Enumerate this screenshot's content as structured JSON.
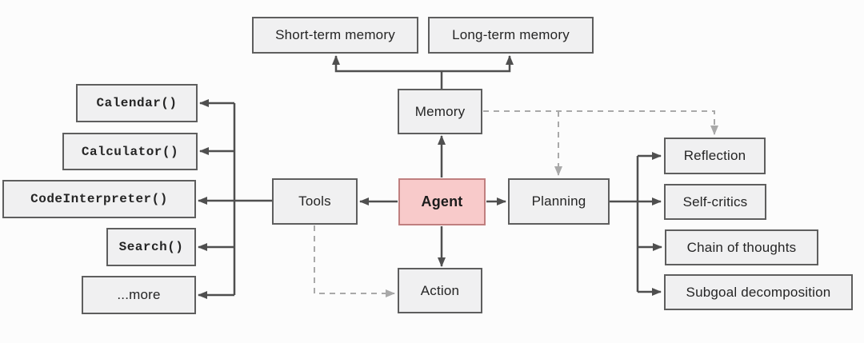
{
  "diagram": {
    "type": "flowchart",
    "subject": "LLM agent architecture overview"
  },
  "nodes": {
    "short_term_memory": {
      "label": "Short-term memory"
    },
    "long_term_memory": {
      "label": "Long-term memory"
    },
    "memory": {
      "label": "Memory"
    },
    "agent": {
      "label": "Agent"
    },
    "tools": {
      "label": "Tools"
    },
    "planning": {
      "label": "Planning"
    },
    "action": {
      "label": "Action"
    },
    "calendar": {
      "label": "Calendar()"
    },
    "calculator": {
      "label": "Calculator()"
    },
    "code_interpreter": {
      "label": "CodeInterpreter()"
    },
    "search": {
      "label": "Search()"
    },
    "more": {
      "label": "...more"
    },
    "reflection": {
      "label": "Reflection"
    },
    "self_critics": {
      "label": "Self-critics"
    },
    "chain_of_thoughts": {
      "label": "Chain of thoughts"
    },
    "subgoal_decomposition": {
      "label": "Subgoal decomposition"
    }
  },
  "edges": [
    {
      "from": "memory",
      "to": "short_term_memory",
      "style": "solid"
    },
    {
      "from": "memory",
      "to": "long_term_memory",
      "style": "solid"
    },
    {
      "from": "agent",
      "to": "memory",
      "style": "solid"
    },
    {
      "from": "agent",
      "to": "tools",
      "style": "solid"
    },
    {
      "from": "agent",
      "to": "planning",
      "style": "solid"
    },
    {
      "from": "agent",
      "to": "action",
      "style": "solid"
    },
    {
      "from": "tools",
      "to": "calendar",
      "style": "solid"
    },
    {
      "from": "tools",
      "to": "calculator",
      "style": "solid"
    },
    {
      "from": "tools",
      "to": "code_interpreter",
      "style": "solid"
    },
    {
      "from": "tools",
      "to": "search",
      "style": "solid"
    },
    {
      "from": "tools",
      "to": "more",
      "style": "solid"
    },
    {
      "from": "planning",
      "to": "reflection",
      "style": "solid"
    },
    {
      "from": "planning",
      "to": "self_critics",
      "style": "solid"
    },
    {
      "from": "planning",
      "to": "chain_of_thoughts",
      "style": "solid"
    },
    {
      "from": "planning",
      "to": "subgoal_decomposition",
      "style": "solid"
    },
    {
      "from": "memory",
      "to": "planning",
      "style": "dashed"
    },
    {
      "from": "memory",
      "to": "reflection",
      "style": "dashed"
    },
    {
      "from": "tools",
      "to": "action",
      "style": "dashed"
    }
  ],
  "colors": {
    "background": "#fcfcfc",
    "box_fill": "#f0f0f1",
    "box_border": "#5e5e5e",
    "agent_fill": "#f8caca",
    "agent_border": "#c07f7f",
    "solid_arrow": "#4f4f4f",
    "dashed_arrow": "#a9a9a9",
    "text": "#252525"
  }
}
